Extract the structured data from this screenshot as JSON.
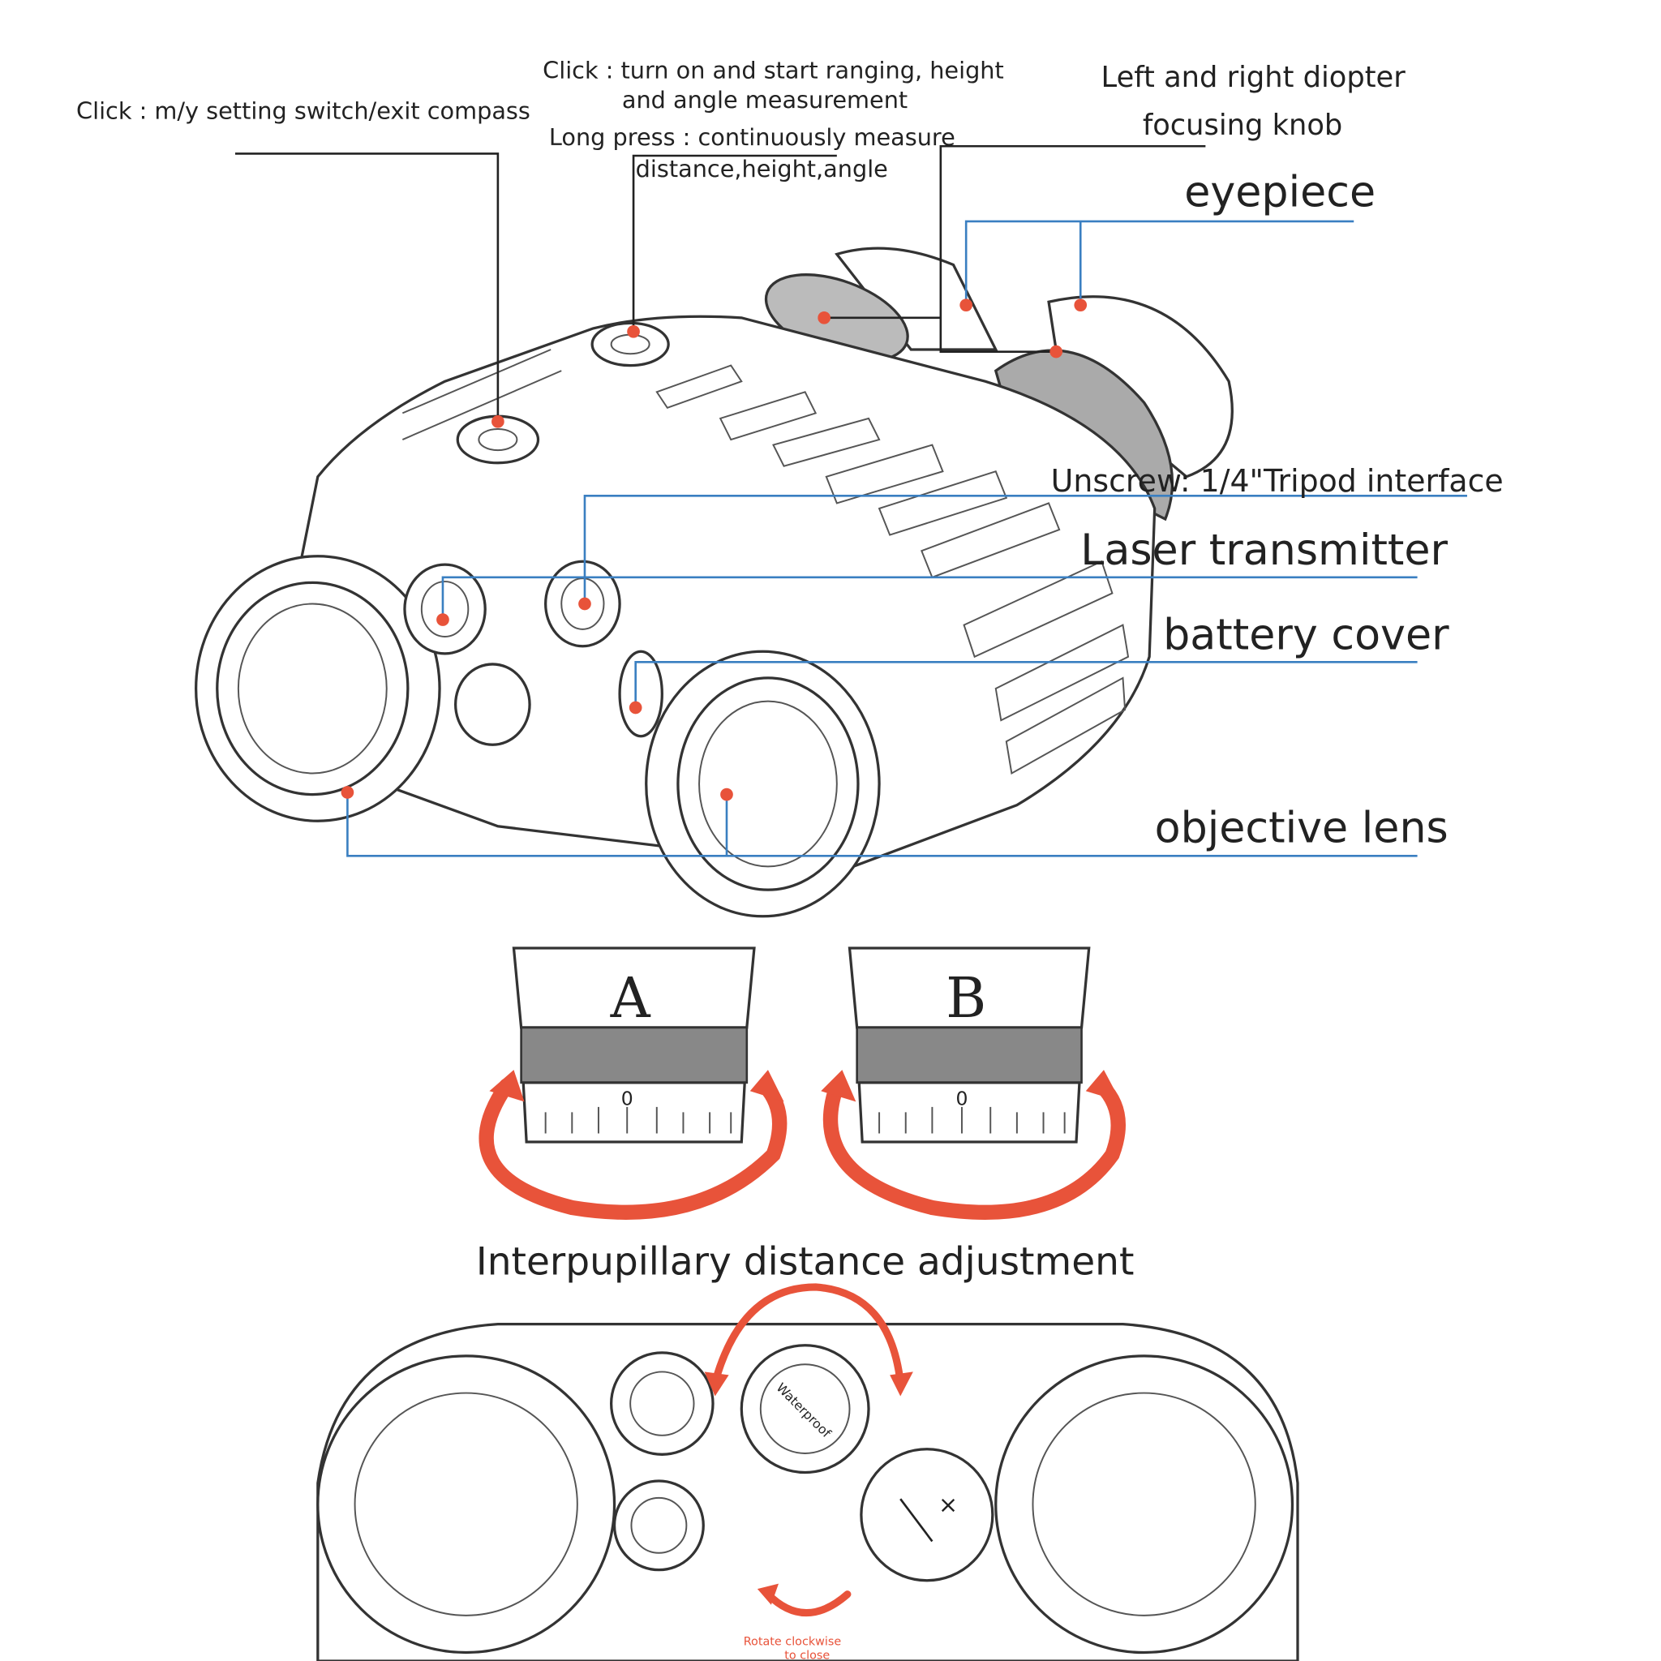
{
  "labels": {
    "compass_button": "Click : m/y setting switch/exit compass",
    "power_click_1": "Click : turn on and start ranging, height",
    "power_click_2": "and angle measurement",
    "power_long_1": "Long press : continuously measure",
    "power_long_2": "distance,height,angle",
    "diopter_1": "Left and right diopter",
    "diopter_2": "focusing knob",
    "eyepiece": "eyepiece",
    "tripod": "Unscrew: 1/4\"Tripod interface",
    "laser": "Laser transmitter",
    "battery": "battery cover",
    "objective": "objective lens",
    "eyepiece_a": "A",
    "eyepiece_b": "B",
    "scale_zero_a": "0",
    "scale_zero_b": "0",
    "ipd": "Interpupillary distance adjustment",
    "waterproof": "Waterproof",
    "rotate_1": "Rotate clockwise",
    "rotate_2": "to close"
  },
  "colors": {
    "leader_blue": "#3a7fc1",
    "marker_red": "#e8533a",
    "line_black": "#222222"
  }
}
